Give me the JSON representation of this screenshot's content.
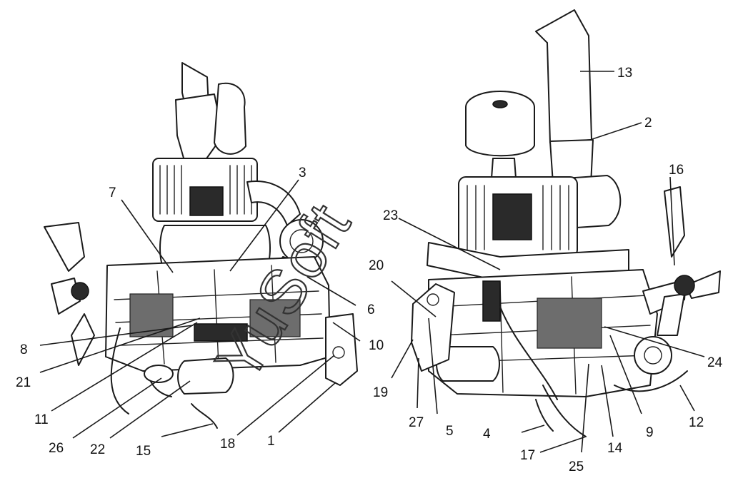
{
  "watermark": "YuSoft",
  "callouts": {
    "c1": "1",
    "c2": "2",
    "c3": "3",
    "c4": "4",
    "c5": "5",
    "c6": "6",
    "c7": "7",
    "c8": "8",
    "c9": "9",
    "c10": "10",
    "c11": "11",
    "c12": "12",
    "c13": "13",
    "c14": "14",
    "c15": "15",
    "c16": "16",
    "c17": "17",
    "c18": "18",
    "c19": "19",
    "c20": "20",
    "c21": "21",
    "c22": "22",
    "c23": "23",
    "c24": "24",
    "c25": "25",
    "c26": "26",
    "c27": "27"
  }
}
